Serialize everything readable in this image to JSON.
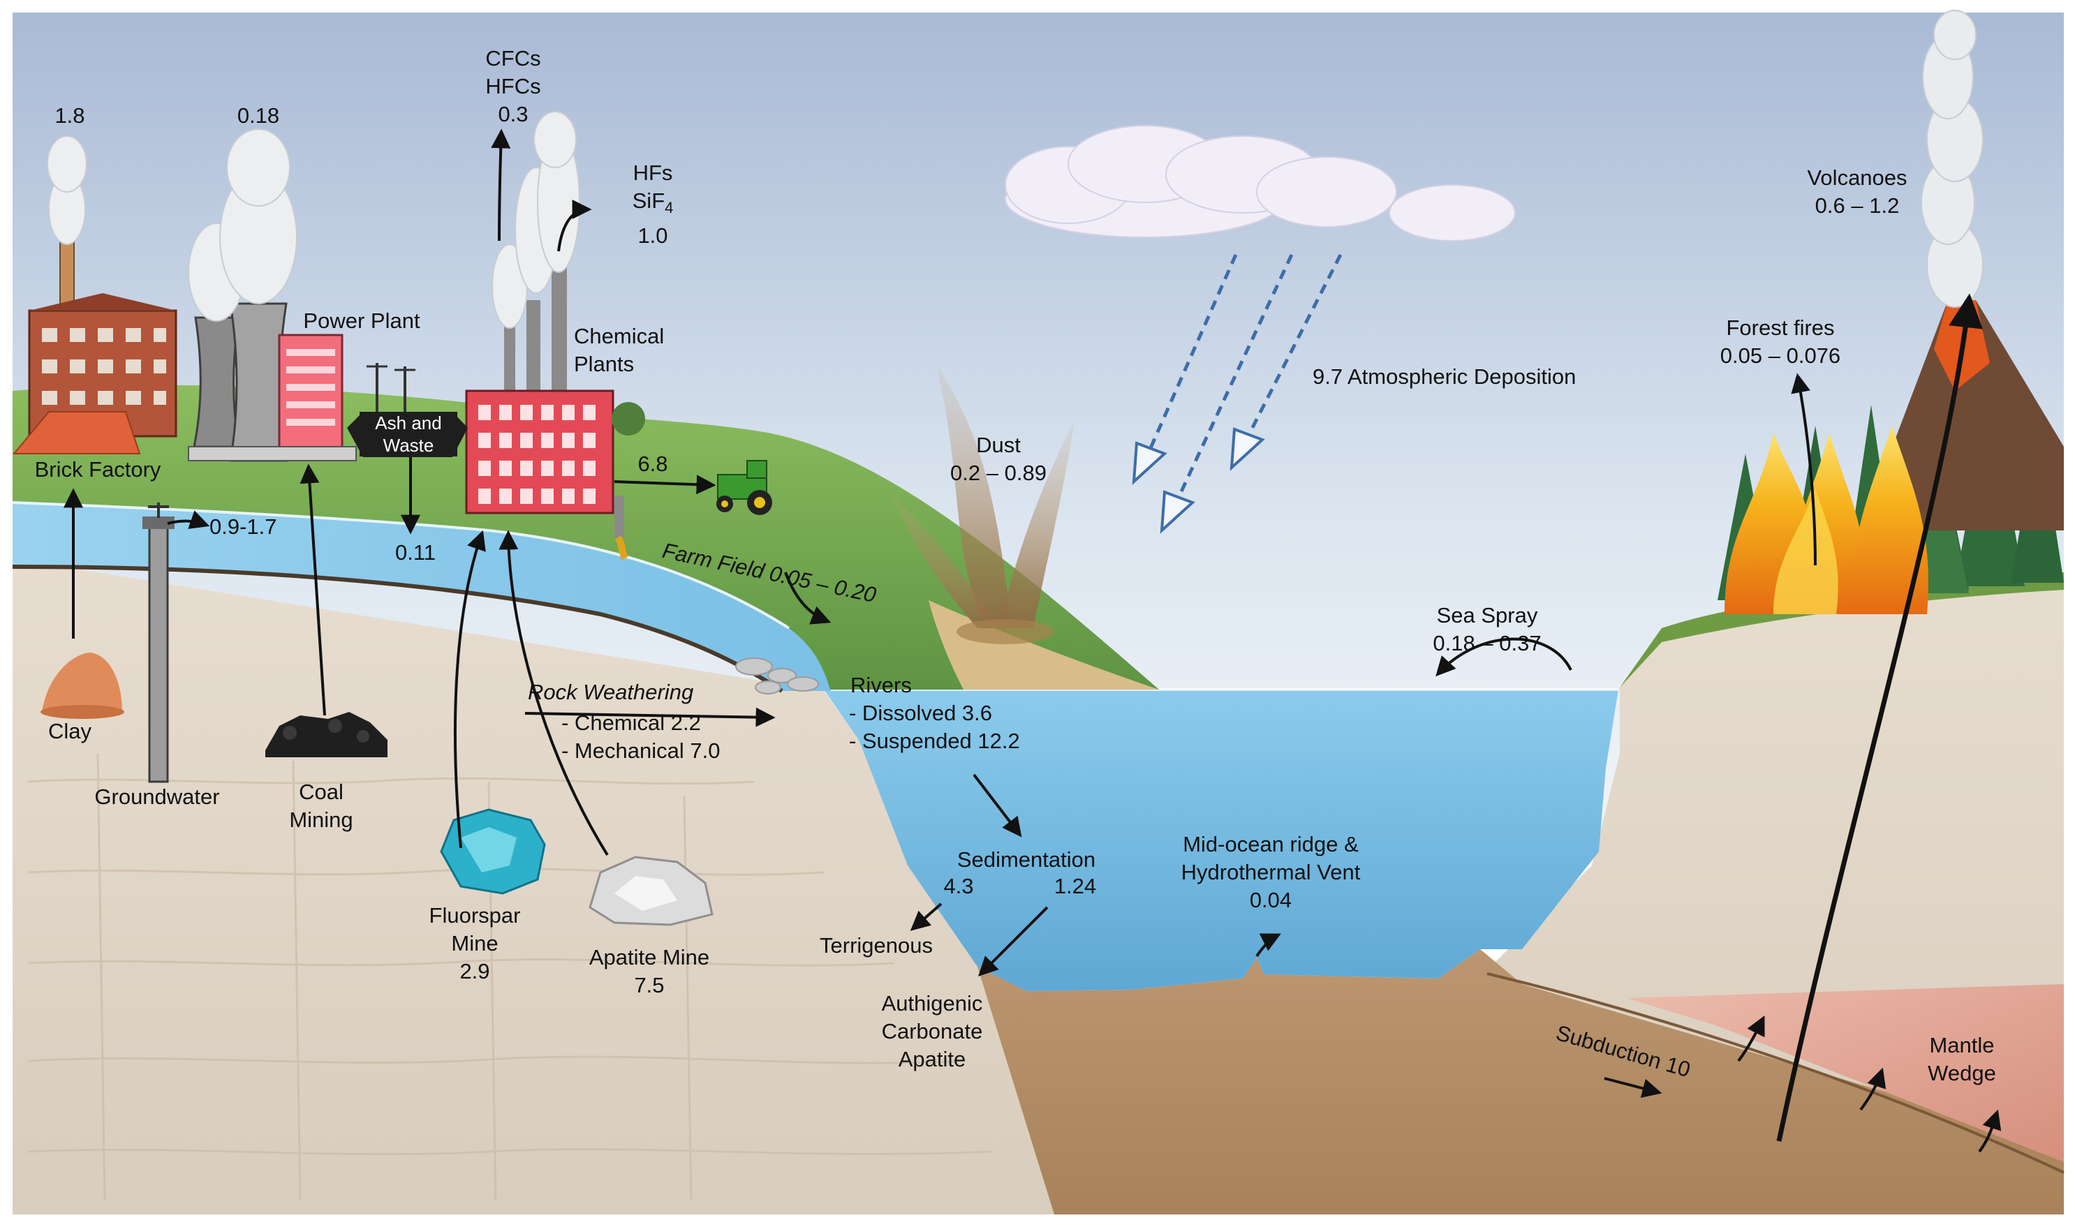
{
  "labels": {
    "brick_factory": {
      "value": "1.8",
      "name": "Brick Factory"
    },
    "power_plant": {
      "value": "0.18",
      "name": "Power Plant"
    },
    "cfcs": {
      "line1": "CFCs",
      "line2": "HFCs",
      "value": "0.3"
    },
    "hfs": {
      "line1": "HFs",
      "line2_prefix": "SiF",
      "line2_sub": "4",
      "value": "1.0"
    },
    "chemical_plants": {
      "line1": "Chemical",
      "line2": "Plants"
    },
    "ash_waste": {
      "line1": "Ash and",
      "line2": "Waste"
    },
    "ash_value": "0.11",
    "chem_to_farm": "6.8",
    "groundwater_flux": "0.9-1.7",
    "farm_field": "Farm Field 0.05 – 0.20",
    "dust": {
      "name": "Dust",
      "value": "0.2 – 0.89"
    },
    "deposition": "9.7 Atmospheric Deposition",
    "volcanoes": {
      "name": "Volcanoes",
      "value": "0.6 – 1.2"
    },
    "forest_fires": {
      "name": "Forest fires",
      "value": "0.05 – 0.076"
    },
    "sea_spray": {
      "name": "Sea Spray",
      "value": "0.18 – 0.37"
    },
    "clay": "Clay",
    "groundwater": "Groundwater",
    "coal_mining": {
      "line1": "Coal",
      "line2": "Mining"
    },
    "fluorspar": {
      "line1": "Fluorspar",
      "line2": "Mine",
      "value": "2.9"
    },
    "apatite": {
      "name": "Apatite Mine",
      "value": "7.5"
    },
    "rock_weathering": {
      "title": "Rock Weathering",
      "chemical": "- Chemical 2.2",
      "mechanical": "- Mechanical 7.0"
    },
    "rivers": {
      "title": "Rivers",
      "dissolved": "- Dissolved 3.6",
      "suspended": "- Suspended 12.2"
    },
    "sedimentation": {
      "title": "Sedimentation",
      "terr_value": "4.3",
      "auth_value": "1.24"
    },
    "terrigenous": "Terrigenous",
    "authigenic": {
      "line1": "Authigenic",
      "line2": "Carbonate",
      "line3": "Apatite"
    },
    "midocean": {
      "line1": "Mid-ocean ridge &",
      "line2": "Hydrothermal Vent",
      "value": "0.04"
    },
    "subduction": "Subduction 10",
    "mantle": {
      "line1": "Mantle",
      "line2": "Wedge"
    }
  },
  "colors": {
    "sky_top": "#aabbd6",
    "sky_bottom": "#eef3f8",
    "grass": "#79ad52",
    "river": "#8fcaea",
    "ocean": "#7cbde0",
    "soil": "#e1d6c7",
    "seafloor": "#b48e64",
    "mantle": "#e7b0a1",
    "arrow": "#111111",
    "deposition_arrow": "#3e6da8",
    "brick": "#b3553a",
    "chemical_plant": "#e34a56"
  }
}
